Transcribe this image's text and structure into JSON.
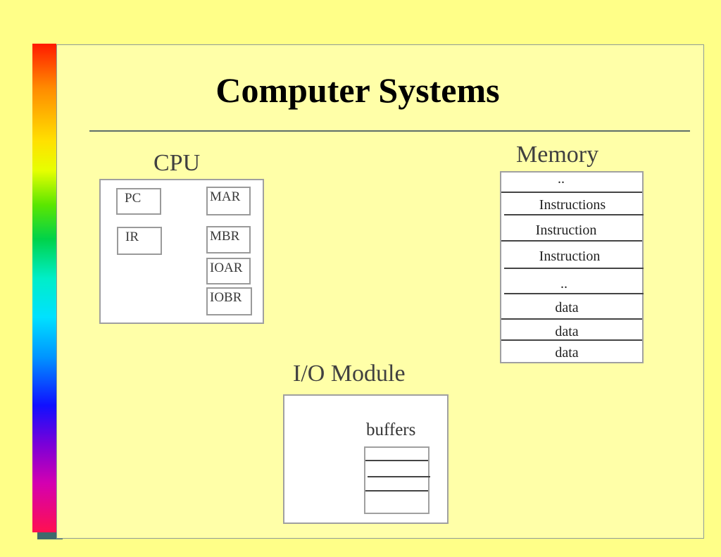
{
  "slide": {
    "title": "Computer Systems"
  },
  "cpu": {
    "label": "CPU",
    "registers": [
      "PC",
      "MAR",
      "IR",
      "MBR",
      "IOAR",
      "IOBR"
    ]
  },
  "memory": {
    "label": "Memory",
    "cells": [
      "..",
      "Instructions",
      "Instruction",
      "Instruction",
      "..",
      "data",
      "data",
      "data"
    ]
  },
  "io_module": {
    "label": "I/O Module",
    "buffers_label": "buffers"
  }
}
